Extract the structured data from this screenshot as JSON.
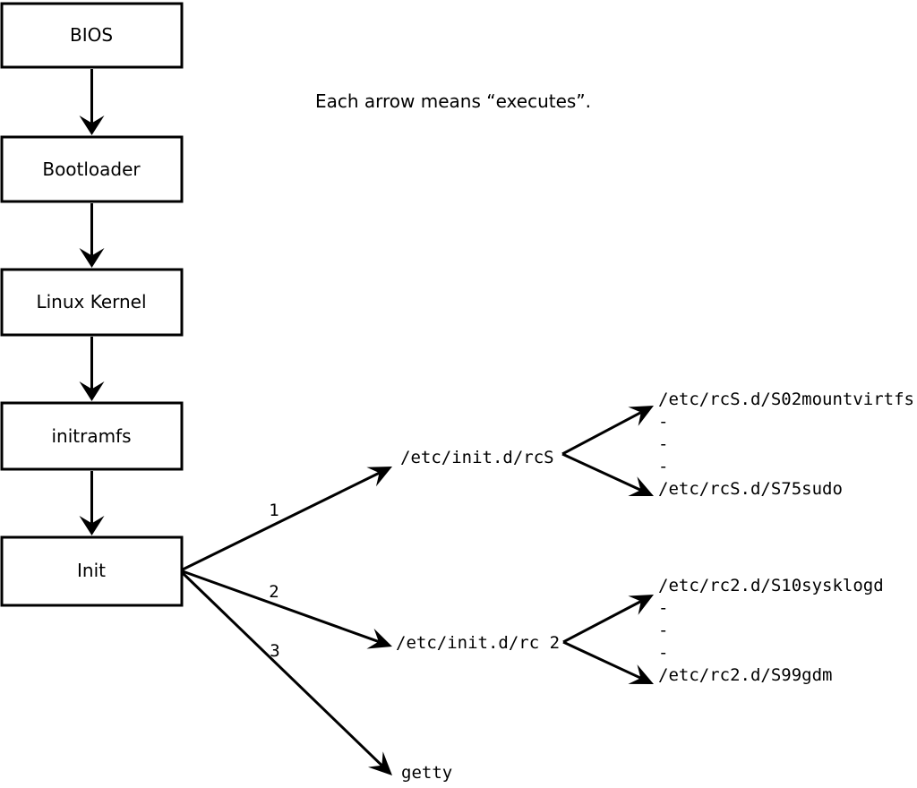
{
  "colors": {
    "foreground": "#000000",
    "background": "#ffffff"
  },
  "note": "Each arrow means “executes”.",
  "flow": {
    "nodes": [
      {
        "id": "bios",
        "label": "BIOS"
      },
      {
        "id": "bootloader",
        "label": "Bootloader"
      },
      {
        "id": "linux-kernel",
        "label": "Linux Kernel"
      },
      {
        "id": "initramfs",
        "label": "initramfs"
      },
      {
        "id": "init",
        "label": "Init"
      }
    ]
  },
  "init_targets": [
    {
      "order": "1",
      "label": "/etc/init.d/rcS"
    },
    {
      "order": "2",
      "label": "/etc/init.d/rc 2"
    },
    {
      "order": "3",
      "label": "getty"
    }
  ],
  "rcS_scripts": [
    "/etc/rcS.d/S02mountvirtfs",
    "-",
    "-",
    "-",
    "/etc/rcS.d/S75sudo"
  ],
  "rc2_scripts": [
    "/etc/rc2.d/S10sysklogd",
    "-",
    "-",
    "-",
    "/etc/rc2.d/S99gdm"
  ]
}
